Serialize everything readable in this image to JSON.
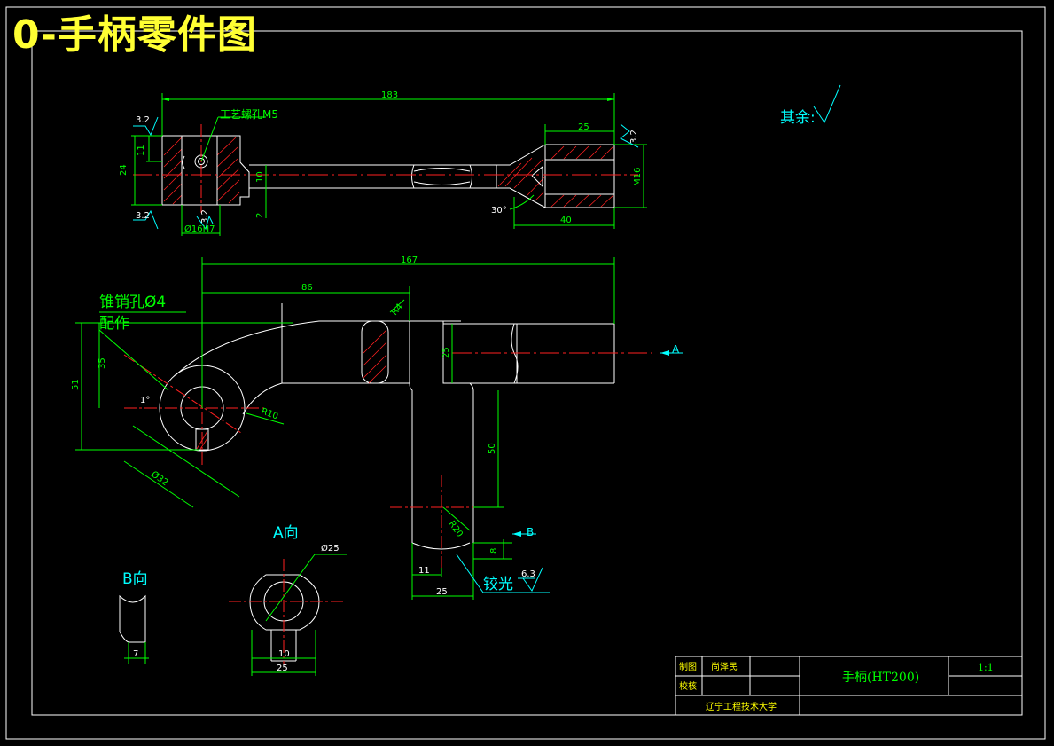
{
  "banner": {
    "title": "0-手柄零件图"
  },
  "notes": {
    "remaining_roughness": "其余:",
    "process_hole": "工艺螺孔M5",
    "taper_pin": "锥销孔Ø4",
    "match_work": "配作",
    "view_a": "A向",
    "view_b": "B向",
    "ream": "铰光",
    "arrow_a": "A",
    "arrow_b": "B"
  },
  "dimensions": {
    "d183": "183",
    "d25_top": "25",
    "d24": "24",
    "d11": "11",
    "d10": "10",
    "d2": "2",
    "d16h7": "Ø16H7",
    "dM16": "M16",
    "d40": "40",
    "d30deg": "30°",
    "d167": "167",
    "d86": "86",
    "dR4": "R4",
    "d25_mid": "25",
    "d51": "51",
    "d35": "35",
    "d1deg": "1°",
    "dR10": "R10",
    "d32": "Ø32",
    "d50": "50",
    "dR20": "R20",
    "d8": "8",
    "d11_low": "11",
    "d25_low": "25",
    "d25_dia": "Ø25",
    "d10_a": "10",
    "d25_a": "25",
    "d7": "7",
    "ra32_a": "3.2",
    "ra32_b": "3.2",
    "ra32_c": "3.2",
    "ra32_d": "3.2",
    "ra63": "6.3"
  },
  "title_block": {
    "drawn_label": "制图",
    "drawn_name": "尚泽民",
    "check_label": "校核",
    "part_name": "手柄(HT200)",
    "scale": "1:1",
    "school": "辽宁工程技术大学"
  }
}
